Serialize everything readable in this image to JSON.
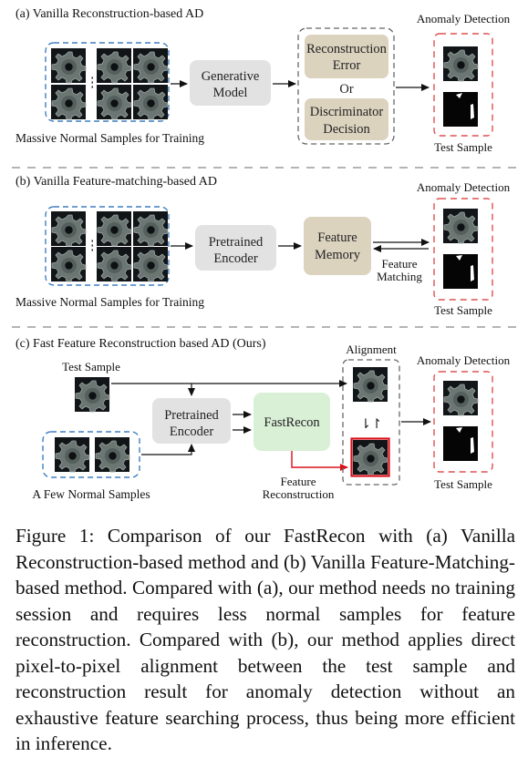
{
  "panel_a": {
    "title": "(a) Vanilla Reconstruction-based AD",
    "training_label": "Massive Normal Samples for Training",
    "model_label_1": "Generative",
    "model_label_2": "Model",
    "option1_line1": "Reconstruction",
    "option1_line2": "Error",
    "or_label": "Or",
    "option2_line1": "Discriminator",
    "option2_line2": "Decision",
    "anomaly_label": "Anomaly Detection",
    "test_label": "Test Sample"
  },
  "panel_b": {
    "title": "(b) Vanilla Feature-matching-based AD",
    "training_label": "Massive Normal Samples for Training",
    "encoder_label_1": "Pretrained",
    "encoder_label_2": "Encoder",
    "memory_label_1": "Feature",
    "memory_label_2": "Memory",
    "matching_label_1": "Feature",
    "matching_label_2": "Matching",
    "anomaly_label": "Anomaly Detection",
    "test_label": "Test Sample"
  },
  "panel_c": {
    "title": "(c) Fast Feature Reconstruction based AD (Ours)",
    "test_sample_label": "Test Sample",
    "few_normal_label": "A Few Normal Samples",
    "encoder_label_1": "Pretrained",
    "encoder_label_2": "Encoder",
    "fastrecon_label": "FastRecon",
    "reconstruction_label_1": "Feature",
    "reconstruction_label_2": "Reconstruction",
    "alignment_label": "Alignment",
    "alignment_arrow": "⇂↾",
    "anomaly_label": "Anomaly Detection",
    "test_label": "Test Sample"
  },
  "caption": "Figure 1: Comparison of our FastRecon with (a) Vanilla Reconstruction-based method and (b) Vanilla Feature-Matching-based method. Compared with (a), our method needs no training session and requires less normal samples for feature reconstruction. Compared with (b), our method applies direct pixel-to-pixel alignment between the test sample and reconstruction result for anomaly detection without an exhaustive feature searching process, thus being more efficient in inference.",
  "colors": {
    "box_gray": "#e2e2e2",
    "box_tan": "#dcd3bf",
    "box_green": "#d9efd6",
    "dash_blue": "#3f7fc0",
    "dash_red": "#e05050",
    "dash_gray": "#666666",
    "highlight_red": "#d8101a"
  }
}
